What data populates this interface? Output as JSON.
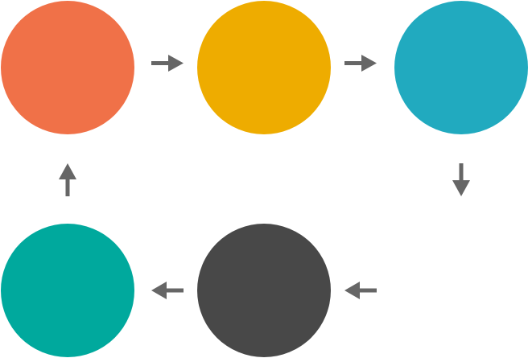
{
  "diagram": {
    "type": "cycle",
    "nodes": [
      {
        "id": "node-1",
        "color": "#F07148"
      },
      {
        "id": "node-2",
        "color": "#EEAC00"
      },
      {
        "id": "node-3",
        "color": "#21AABF"
      },
      {
        "id": "node-4",
        "color": "#484848"
      },
      {
        "id": "node-5",
        "color": "#00A99D"
      }
    ],
    "edges": [
      {
        "from": "node-1",
        "to": "node-2",
        "direction": "right"
      },
      {
        "from": "node-2",
        "to": "node-3",
        "direction": "right"
      },
      {
        "from": "node-3",
        "to": "node-4",
        "direction": "down-then-left"
      },
      {
        "from": "node-4",
        "to": "node-5",
        "direction": "left"
      },
      {
        "from": "node-5",
        "to": "node-1",
        "direction": "up"
      }
    ],
    "arrow_color": "#666666"
  }
}
